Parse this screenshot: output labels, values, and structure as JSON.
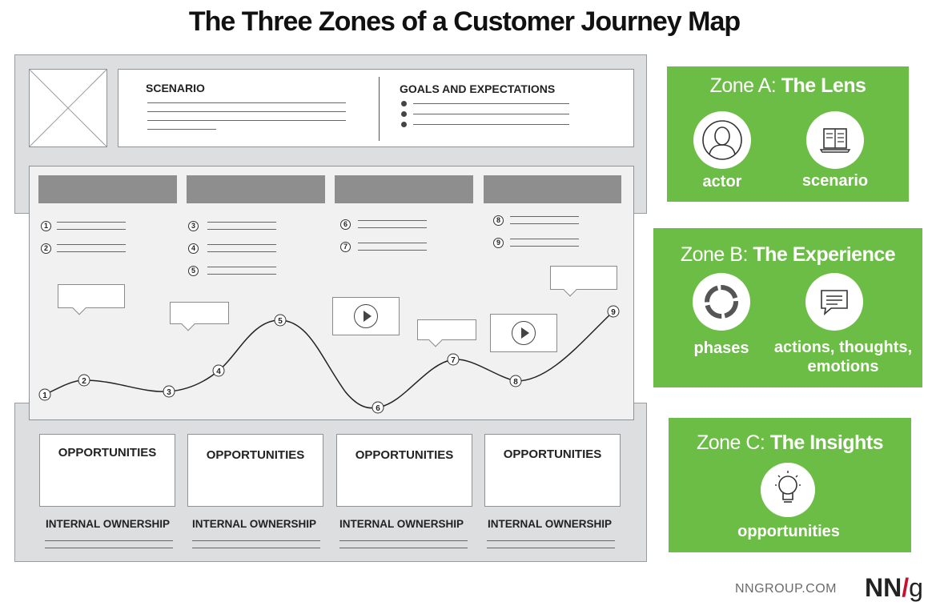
{
  "title": "The Three Zones of a Customer Journey Map",
  "lens_row": {
    "scenario_label": "SCENARIO",
    "goals_label": "GOALS AND EXPECTATIONS"
  },
  "steps": {
    "s1": "1",
    "s2": "2",
    "s3": "3",
    "s4": "4",
    "s5": "5",
    "s6": "6",
    "s7": "7",
    "s8": "8",
    "s9": "9"
  },
  "opportunities": {
    "label": "OPPORTUNITIES",
    "ownership_label": "INTERNAL OWNERSHIP"
  },
  "zones": {
    "a": {
      "prefix": "Zone A: ",
      "name": "The Lens",
      "items": [
        "actor",
        "scenario"
      ]
    },
    "b": {
      "prefix": "Zone B: ",
      "name": "The Experience",
      "items": [
        "phases",
        "actions, thoughts, emotions"
      ]
    },
    "c": {
      "prefix": "Zone C: ",
      "name": "The Insights",
      "items": [
        "opportunities"
      ]
    }
  },
  "footer": {
    "site": "NNGROUP.COM",
    "logo_n1": "N",
    "logo_n2": "N",
    "logo_slash": "/",
    "logo_g": "g"
  },
  "colors": {
    "zone_green": "#6cbd45",
    "logo_red": "#c8102e",
    "frame_gray": "#dcdee0",
    "phase_gray": "#8e8e8e"
  }
}
